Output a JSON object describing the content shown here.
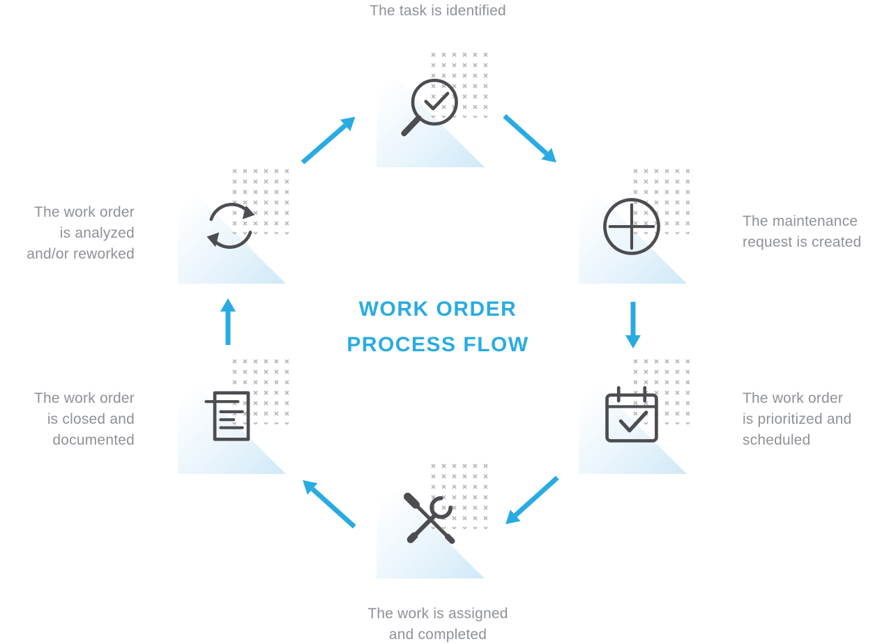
{
  "diagram": {
    "title_line1": "WORK ORDER",
    "title_line2": "PROCESS FLOW"
  },
  "colors": {
    "accent": "#29abe2",
    "label_text": "#8e9196",
    "icon_stroke": "#4c4c51",
    "dot_gray": "#b6b6b6",
    "triangle_tint": "#cfe9f8"
  },
  "steps": [
    {
      "position": "top",
      "label": "The task is identified",
      "icon": "magnifier-check-icon"
    },
    {
      "position": "right-upper",
      "label": "The maintenance\nrequest is created",
      "icon": "plus-circle-icon"
    },
    {
      "position": "right-lower",
      "label": "The work order\nis prioritized and\nscheduled",
      "icon": "calendar-check-icon"
    },
    {
      "position": "bottom",
      "label": "The work is assigned\nand completed",
      "icon": "tools-icon"
    },
    {
      "position": "left-lower",
      "label": "The work order\nis closed and\ndocumented",
      "icon": "clipboard-icon"
    },
    {
      "position": "left-upper",
      "label": "The work order\nis analyzed\nand/or reworked",
      "icon": "refresh-icon"
    }
  ],
  "flow": {
    "direction": "clockwise",
    "arrow_count": 6
  }
}
